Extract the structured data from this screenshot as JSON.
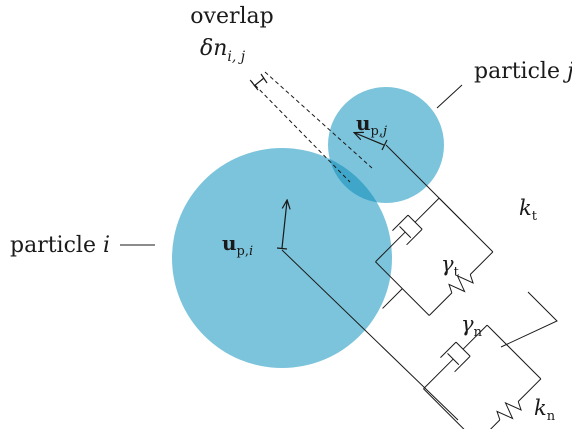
{
  "colors": {
    "particle_fill": "#7cc4dc",
    "overlap_fill": "#3fa6c9",
    "line": "#1a1a1a",
    "background": "#ffffff"
  },
  "labels": {
    "overlap_word": "overlap",
    "overlap_symbol_delta": "δ",
    "overlap_symbol_n": "n",
    "overlap_subscript": "i, j",
    "particle_j_prefix": "particle ",
    "particle_j_index": "j",
    "particle_i_prefix": "particle ",
    "particle_i_index": "i",
    "u_j_symbol": "u",
    "u_j_subscript_p": "p,",
    "u_j_subscript_idx": "j",
    "u_i_symbol": "u",
    "u_i_subscript_p": "p,",
    "u_i_subscript_idx": "i",
    "kt_symbol": "k",
    "kt_subscript": "t",
    "gamma_t_symbol": "γ",
    "gamma_t_subscript": "t",
    "gamma_n_symbol": "γ",
    "gamma_n_subscript": "n",
    "kn_symbol": "k",
    "kn_subscript": "n"
  },
  "icons": {
    "spring": "spring-icon",
    "dashpot": "dashpot-icon",
    "arrow": "arrow-icon"
  }
}
